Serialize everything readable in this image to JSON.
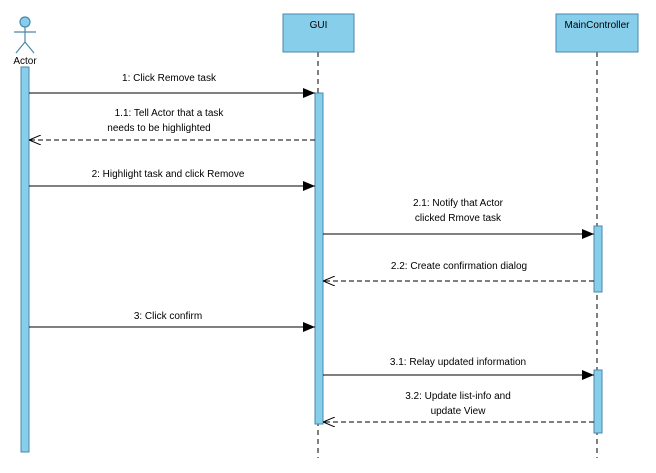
{
  "colors": {
    "fill": "#87CEEB",
    "stroke": "#4A88AC",
    "line": "#000000"
  },
  "participants": {
    "actor": {
      "label": "Actor",
      "icon": "stick-figure-icon"
    },
    "gui": {
      "label": "GUI"
    },
    "main_controller": {
      "label": "MainController"
    }
  },
  "messages": [
    {
      "number": "1",
      "lines": [
        "1: Click Remove task"
      ],
      "from": "actor",
      "to": "gui",
      "kind": "sync"
    },
    {
      "number": "1.1",
      "lines": [
        "1.1: Tell Actor that a task",
        "needs to be highlighted"
      ],
      "from": "gui",
      "to": "actor",
      "kind": "return"
    },
    {
      "number": "2",
      "lines": [
        "2: Highlight task and click Remove"
      ],
      "from": "actor",
      "to": "gui",
      "kind": "sync"
    },
    {
      "number": "2.1",
      "lines": [
        "2.1: Notify that Actor",
        "clicked Rmove task"
      ],
      "from": "gui",
      "to": "main_controller",
      "kind": "sync"
    },
    {
      "number": "2.2",
      "lines": [
        "2.2: Create confirmation dialog"
      ],
      "from": "main_controller",
      "to": "gui",
      "kind": "return"
    },
    {
      "number": "3",
      "lines": [
        "3: Click confirm"
      ],
      "from": "actor",
      "to": "gui",
      "kind": "sync"
    },
    {
      "number": "3.1",
      "lines": [
        "3.1: Relay updated information"
      ],
      "from": "gui",
      "to": "main_controller",
      "kind": "sync"
    },
    {
      "number": "3.2",
      "lines": [
        "3.2: Update list-info and",
        "update View"
      ],
      "from": "main_controller",
      "to": "gui",
      "kind": "return"
    }
  ]
}
